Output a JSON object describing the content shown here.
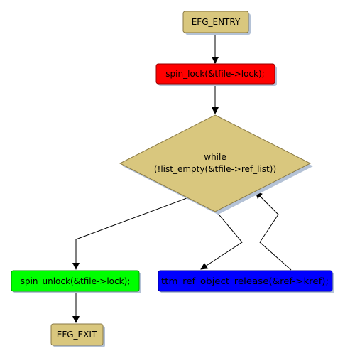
{
  "flowchart": {
    "nodes": {
      "entry": {
        "label": "EFG_ENTRY",
        "fill": "#d9c77e"
      },
      "lock": {
        "label": "spin_lock(&tfile->lock);",
        "fill": "#ff0000"
      },
      "loop": {
        "label_line1": "while",
        "label_line2": "(!list_empty(&tfile->ref_list))",
        "fill": "#d9c77e"
      },
      "unlock": {
        "label": "spin_unlock(&tfile->lock);",
        "fill": "#00ff00"
      },
      "release": {
        "label": "ttm_ref_object_release(&ref->kref);",
        "fill": "#0000ff"
      },
      "exit": {
        "label": "EFG_EXIT",
        "fill": "#d9c77e"
      }
    },
    "colors": {
      "shadow": "#b4c2d6",
      "border": "#8a7a45",
      "edge": "#000000"
    }
  }
}
